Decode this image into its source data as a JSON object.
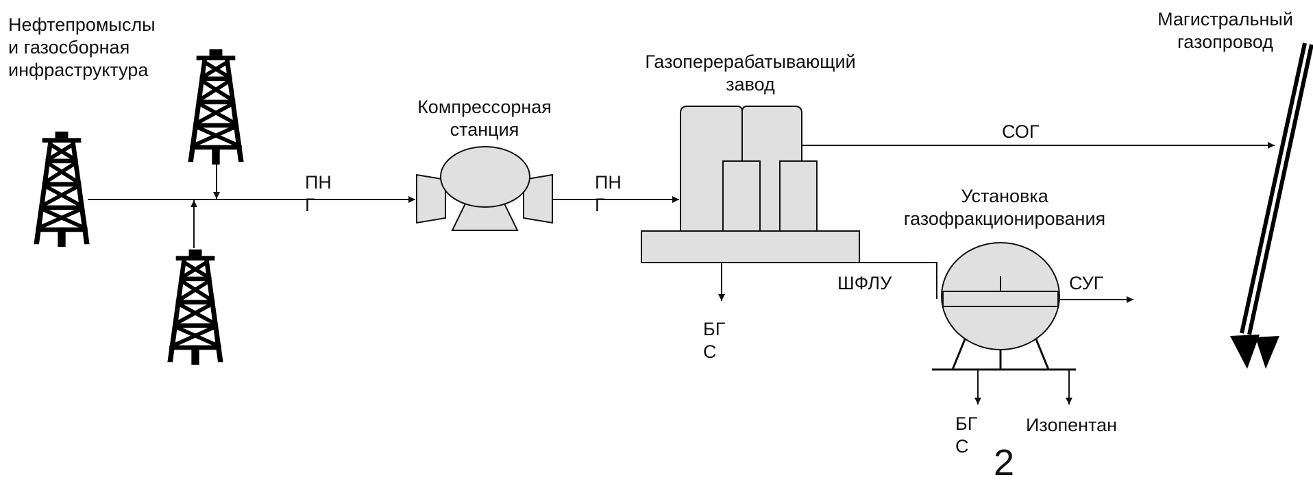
{
  "labels": {
    "oilfields": [
      "Нефтепромыслы",
      "и газосборная",
      "инфраструктура"
    ],
    "compressor": [
      "Компрессорная",
      "станция"
    ],
    "plant": [
      "Газоперерабатывающий",
      "завод"
    ],
    "pipeline": [
      "Магистральный",
      "газопровод"
    ],
    "fractionation": [
      "Установка",
      "газофракционирования"
    ],
    "png_1": [
      "ПН",
      "Г"
    ],
    "png_2": [
      "ПН",
      "Г"
    ],
    "sog": "СОГ",
    "shflu": "ШФЛУ",
    "bgs_1": [
      "БГ",
      "С"
    ],
    "sug": "СУГ",
    "bgs_2": [
      "БГ",
      "С"
    ],
    "isopentane": "Изопентан",
    "page_number": "2"
  },
  "colors": {
    "equipment_fill": "#e0e0e0",
    "line": "#111111",
    "rig": "#000000"
  },
  "icons": [
    "oil-rig-icon",
    "compressor-icon",
    "gas-plant-icon",
    "fractionation-unit-icon",
    "main-pipeline-arrow-icon"
  ]
}
